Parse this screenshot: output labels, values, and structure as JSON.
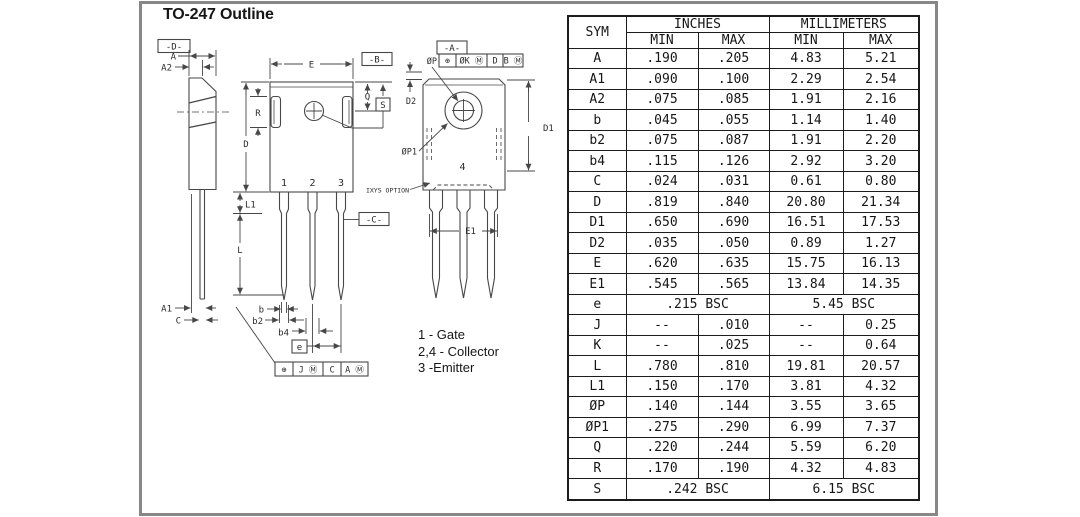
{
  "page": {
    "title": "TO-247 Outline"
  },
  "drawing": {
    "datum_d": "-D-",
    "datum_b": "-B-",
    "datum_c": "-C-",
    "datum_a": "-A-",
    "dim_a": "A",
    "dim_a2": "A2",
    "dim_a1": "A1",
    "dim_c": "C",
    "dim_d": "D",
    "dim_r": "R",
    "dim_l": "L",
    "dim_l1": "L1",
    "dim_e_big": "E",
    "dim_e1": "E1",
    "dim_q": "Q",
    "dim_s": "S",
    "dim_d2": "D2",
    "dim_d1": "D1",
    "dim_b_small": "b",
    "dim_b2": "b2",
    "dim_b4": "b4",
    "dim_e_small": "e",
    "dim_phi_p": "ØP",
    "dim_phi_p1": "ØP1",
    "pin1": "1",
    "pin2": "2",
    "pin3": "3",
    "pin4": "4",
    "ixys_note": "IXYS OPTION",
    "fcf_leads": {
      "c1": "⊕",
      "c2": "J Ⓜ",
      "c3": "C",
      "c4": "A Ⓜ"
    },
    "fcf_hole": {
      "c1": "⊕",
      "c2": "ØK Ⓜ",
      "c3": "D",
      "c4": "B Ⓜ"
    }
  },
  "legend": {
    "line1": "1 - Gate",
    "line2": "2,4 - Collector",
    "line3": "3 -Emitter"
  },
  "table": {
    "sym_header": "SYM",
    "group_inches": "INCHES",
    "group_mm": "MILLIMETERS",
    "sub_headers": [
      "MIN",
      "MAX",
      "MIN",
      "MAX"
    ],
    "rows": [
      [
        "A",
        ".190",
        ".205",
        "4.83",
        "5.21"
      ],
      [
        "A1",
        ".090",
        ".100",
        "2.29",
        "2.54"
      ],
      [
        "A2",
        ".075",
        ".085",
        "1.91",
        "2.16"
      ],
      [
        "b",
        ".045",
        ".055",
        "1.14",
        "1.40"
      ],
      [
        "b2",
        ".075",
        ".087",
        "1.91",
        "2.20"
      ],
      [
        "b4",
        ".115",
        ".126",
        "2.92",
        "3.20"
      ],
      [
        "C",
        ".024",
        ".031",
        "0.61",
        "0.80"
      ],
      [
        "D",
        ".819",
        ".840",
        "20.80",
        "21.34"
      ],
      [
        "D1",
        ".650",
        ".690",
        "16.51",
        "17.53"
      ],
      [
        "D2",
        ".035",
        ".050",
        "0.89",
        "1.27"
      ],
      [
        "E",
        ".620",
        ".635",
        "15.75",
        "16.13"
      ],
      [
        "E1",
        ".545",
        ".565",
        "13.84",
        "14.35"
      ],
      [
        "e",
        ".215 BSC",
        "5.45 BSC"
      ],
      [
        "J",
        "--",
        ".010",
        "--",
        "0.25"
      ],
      [
        "K",
        "--",
        ".025",
        "--",
        "0.64"
      ],
      [
        "L",
        ".780",
        ".810",
        "19.81",
        "20.57"
      ],
      [
        "L1",
        ".150",
        ".170",
        "3.81",
        "4.32"
      ],
      [
        "ØP",
        ".140",
        ".144",
        "3.55",
        "3.65"
      ],
      [
        "ØP1",
        ".275",
        ".290",
        "6.99",
        "7.37"
      ],
      [
        "Q",
        ".220",
        ".244",
        "5.59",
        "6.20"
      ],
      [
        "R",
        ".170",
        ".190",
        "4.32",
        "4.83"
      ],
      [
        "S",
        ".242 BSC",
        "6.15 BSC"
      ]
    ]
  }
}
